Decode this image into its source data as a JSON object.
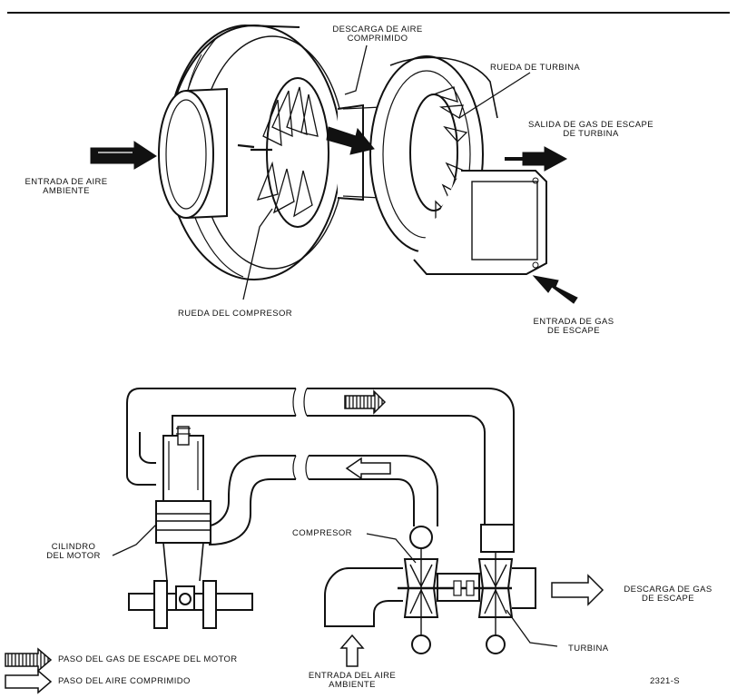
{
  "top_diagram": {
    "compressed_air_outlet": [
      "DESCARGA DE AIRE",
      "COMPRIMIDO"
    ],
    "turbine_wheel": "RUEDA DE TURBINA",
    "turbine_exhaust_outlet": [
      "SALIDA DE GAS DE ESCAPE",
      "DE TURBINA"
    ],
    "ambient_air_inlet": [
      "ENTRADA DE AIRE",
      "AMBIENTE"
    ],
    "compressor_wheel": "RUEDA DEL COMPRESOR",
    "exhaust_gas_inlet": [
      "ENTRADA DE GAS",
      "DE ESCAPE"
    ]
  },
  "bottom_diagram": {
    "engine_cylinder": [
      "CILINDRO",
      "DEL MOTOR"
    ],
    "compressor": "COMPRESOR",
    "exhaust_discharge": [
      "DESCARGA DE GAS",
      "DE ESCAPE"
    ],
    "turbine": "TURBINA",
    "ambient_air_inlet": [
      "ENTRADA DEL AIRE",
      "AMBIENTE"
    ]
  },
  "legend": {
    "exhaust_path": "PASO DEL GAS DE ESCAPE DEL MOTOR",
    "compressed_air_path": "PASO DEL AIRE COMPRIMIDO"
  },
  "figure_code": "2321-S"
}
